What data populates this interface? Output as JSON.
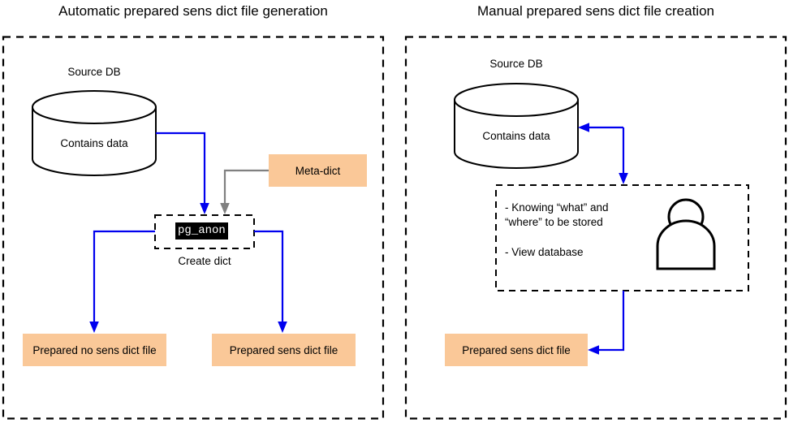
{
  "panels": [
    {
      "title": "Automatic prepared sens dict file generation",
      "db_caption": "Source DB",
      "db_label": "Contains data",
      "meta_dict_label": "Meta-dict",
      "process_chip": "pg_anon",
      "process_caption": "Create dict",
      "outputs": [
        "Prepared no sens dict file",
        "Prepared sens dict file"
      ]
    },
    {
      "title": "Manual prepared sens dict file creation",
      "db_caption": "Source DB",
      "db_label": "Contains data",
      "manual_bullets": [
        "- Knowing “what” and\n“where” to be stored",
        "- View database"
      ],
      "person_icon": "person-icon",
      "outputs": [
        "Prepared sens dict file"
      ]
    }
  ],
  "colors": {
    "orange_fill": "#fac898",
    "blue_arrow": "#0000ee",
    "gray_arrow": "#808080",
    "stroke": "#000000",
    "background": "#ffffff"
  }
}
